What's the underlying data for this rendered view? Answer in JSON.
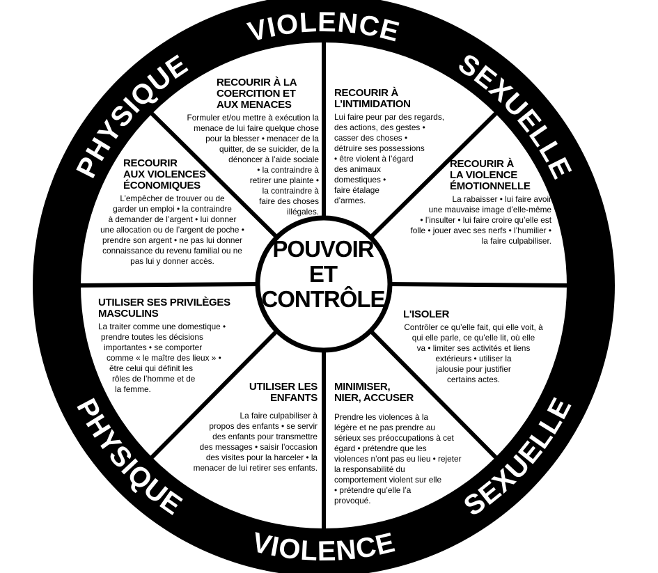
{
  "ring": {
    "top": {
      "left": "PHYSIQUE",
      "middle": "VIOLENCE",
      "right": "SEXUELLE"
    },
    "bottom": {
      "left": "PHYSIQUE",
      "middle": "VIOLENCE",
      "right": "SEXUELLE"
    }
  },
  "center": {
    "line1": "POUVOIR",
    "line2": "ET",
    "line3": "CONTRÔLE"
  },
  "sections": {
    "coercion": {
      "title": [
        "RECOURIR À LA",
        "COERCITION ET",
        "AUX MENACES"
      ],
      "lines": [
        "Formuler et/ou mettre à exécution la",
        "menace de lui faire quelque chose",
        "pour la blesser • menacer de la",
        "quitter, de se suicider, de la",
        "dénoncer à l’aide sociale",
        "• la contraindre à",
        "retirer une plainte •",
        "la contraindre à",
        "faire des choses",
        "illégales."
      ]
    },
    "intimidation": {
      "title": [
        "RECOURIR À",
        "L’INTIMIDATION"
      ],
      "lines": [
        "Lui faire peur par des regards,",
        "des actions, des gestes •",
        "casser des choses •",
        "détruire ses possessions",
        "• être violent à l’égard",
        "des animaux",
        "domestiques •",
        "faire étalage",
        "d’armes."
      ]
    },
    "emotional": {
      "title": [
        "RECOURIR À",
        "LA VIOLENCE",
        "ÉMOTIONNELLE"
      ],
      "lines": [
        "La rabaisser • lui faire avoir",
        "une mauvaise image d’elle-même",
        "• l’insulter • lui faire croire qu’elle est",
        "folle • jouer avec ses nerfs • l’humilier •",
        "la faire culpabiliser."
      ]
    },
    "economic": {
      "title": [
        "RECOURIR",
        "AUX VIOLENCES",
        "ÉCONOMIQUES"
      ],
      "lines": [
        "L’empêcher de trouver ou de",
        "garder un emploi • la contraindre",
        "à demander de l’argent • lui donner",
        "une allocation ou de l’argent de poche •",
        "prendre son argent • ne pas lui donner",
        "connaissance du revenu familial ou ne",
        "pas lui y donner accès."
      ]
    },
    "privileges": {
      "title": [
        "UTILISER SES PRIVILÈGES",
        "MASCULINS"
      ],
      "lines": [
        "La traiter comme une domestique •",
        "prendre toutes les décisions",
        "importantes • se comporter",
        "comme « le maître des lieux » •",
        "être celui qui définit les",
        "rôles de l’homme et de",
        "la femme."
      ]
    },
    "isolate": {
      "title": [
        "L'ISOLER"
      ],
      "lines": [
        "Contrôler ce qu’elle fait, qui elle voit, à",
        "qui elle parle, ce qu’elle lit, où elle",
        "va • limiter ses activités et liens",
        "extérieurs • utiliser la",
        "jalousie pour justifier",
        "certains actes."
      ]
    },
    "children": {
      "title": [
        "UTILISER LES",
        "ENFANTS"
      ],
      "lines": [
        "La faire culpabiliser à",
        "propos des enfants • se servir",
        "des enfants pour transmettre",
        "des messages • saisir l’occasion",
        "des visites pour la harceler • la",
        "menacer de lui retirer ses enfants."
      ]
    },
    "minimize": {
      "title": [
        "MINIMISER,",
        "NIER, ACCUSER"
      ],
      "lines": [
        "Prendre les violences à la",
        "légère et ne pas prendre au",
        "sérieux ses préoccupations à cet",
        "égard • prétendre que les",
        "violences n’ont pas eu lieu • rejeter",
        "la responsabilité du",
        "comportement violent sur elle",
        "• prétendre qu’elle l’a",
        "provoqué."
      ]
    }
  }
}
